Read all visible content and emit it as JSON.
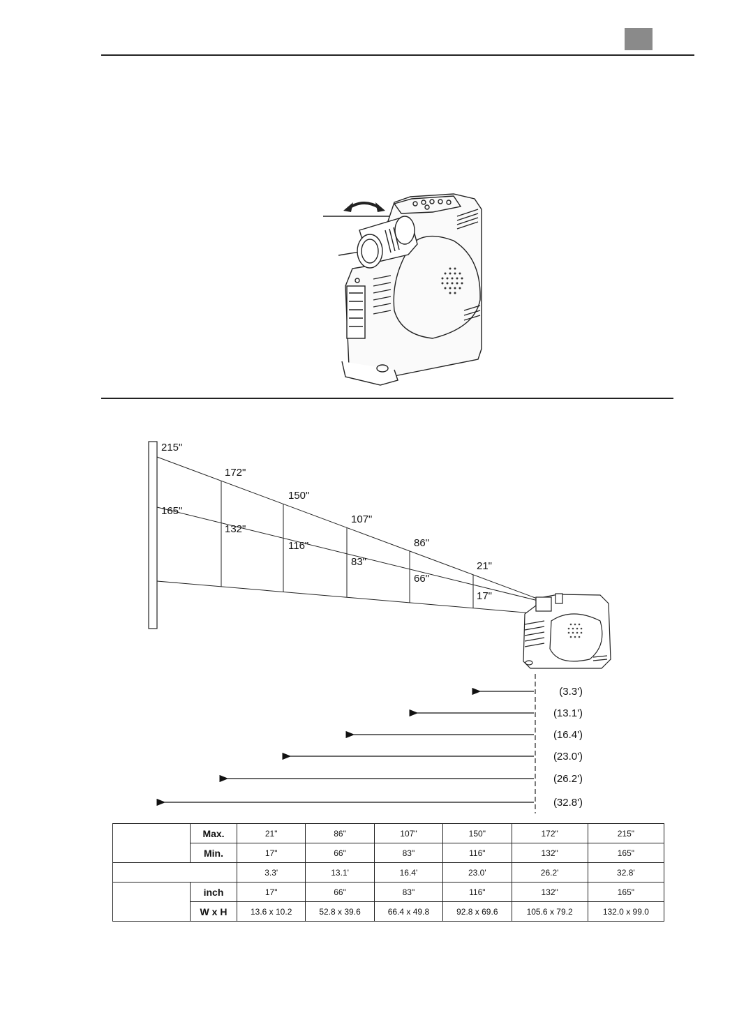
{
  "diagram": {
    "screen_sizes": {
      "max": [
        "215\"",
        "172\"",
        "150\"",
        "107\"",
        "86\"",
        "21\""
      ],
      "min": [
        "165\"",
        "132\"",
        "116\"",
        "83\"",
        "66\"",
        "17\""
      ]
    },
    "distances": [
      "(3.3')",
      "(13.1')",
      "(16.4')",
      "(23.0')",
      "(26.2')",
      "(32.8')"
    ]
  },
  "table": {
    "row_labels": {
      "max": "Max.",
      "min": "Min.",
      "inch": "inch",
      "wxh": "W x H"
    },
    "max": [
      "21\"",
      "86\"",
      "107\"",
      "150\"",
      "172\"",
      "215\""
    ],
    "min": [
      "17\"",
      "66\"",
      "83\"",
      "116\"",
      "132\"",
      "165\""
    ],
    "distance": [
      "3.3'",
      "13.1'",
      "16.4'",
      "23.0'",
      "26.2'",
      "32.8'"
    ],
    "inch": [
      "17\"",
      "66\"",
      "83\"",
      "116\"",
      "132\"",
      "165\""
    ],
    "wxh": [
      "13.6 x 10.2",
      "52.8 x 39.6",
      "66.4 x 49.8",
      "92.8 x 69.6",
      "105.6 x 79.2",
      "132.0 x 99.0"
    ]
  }
}
